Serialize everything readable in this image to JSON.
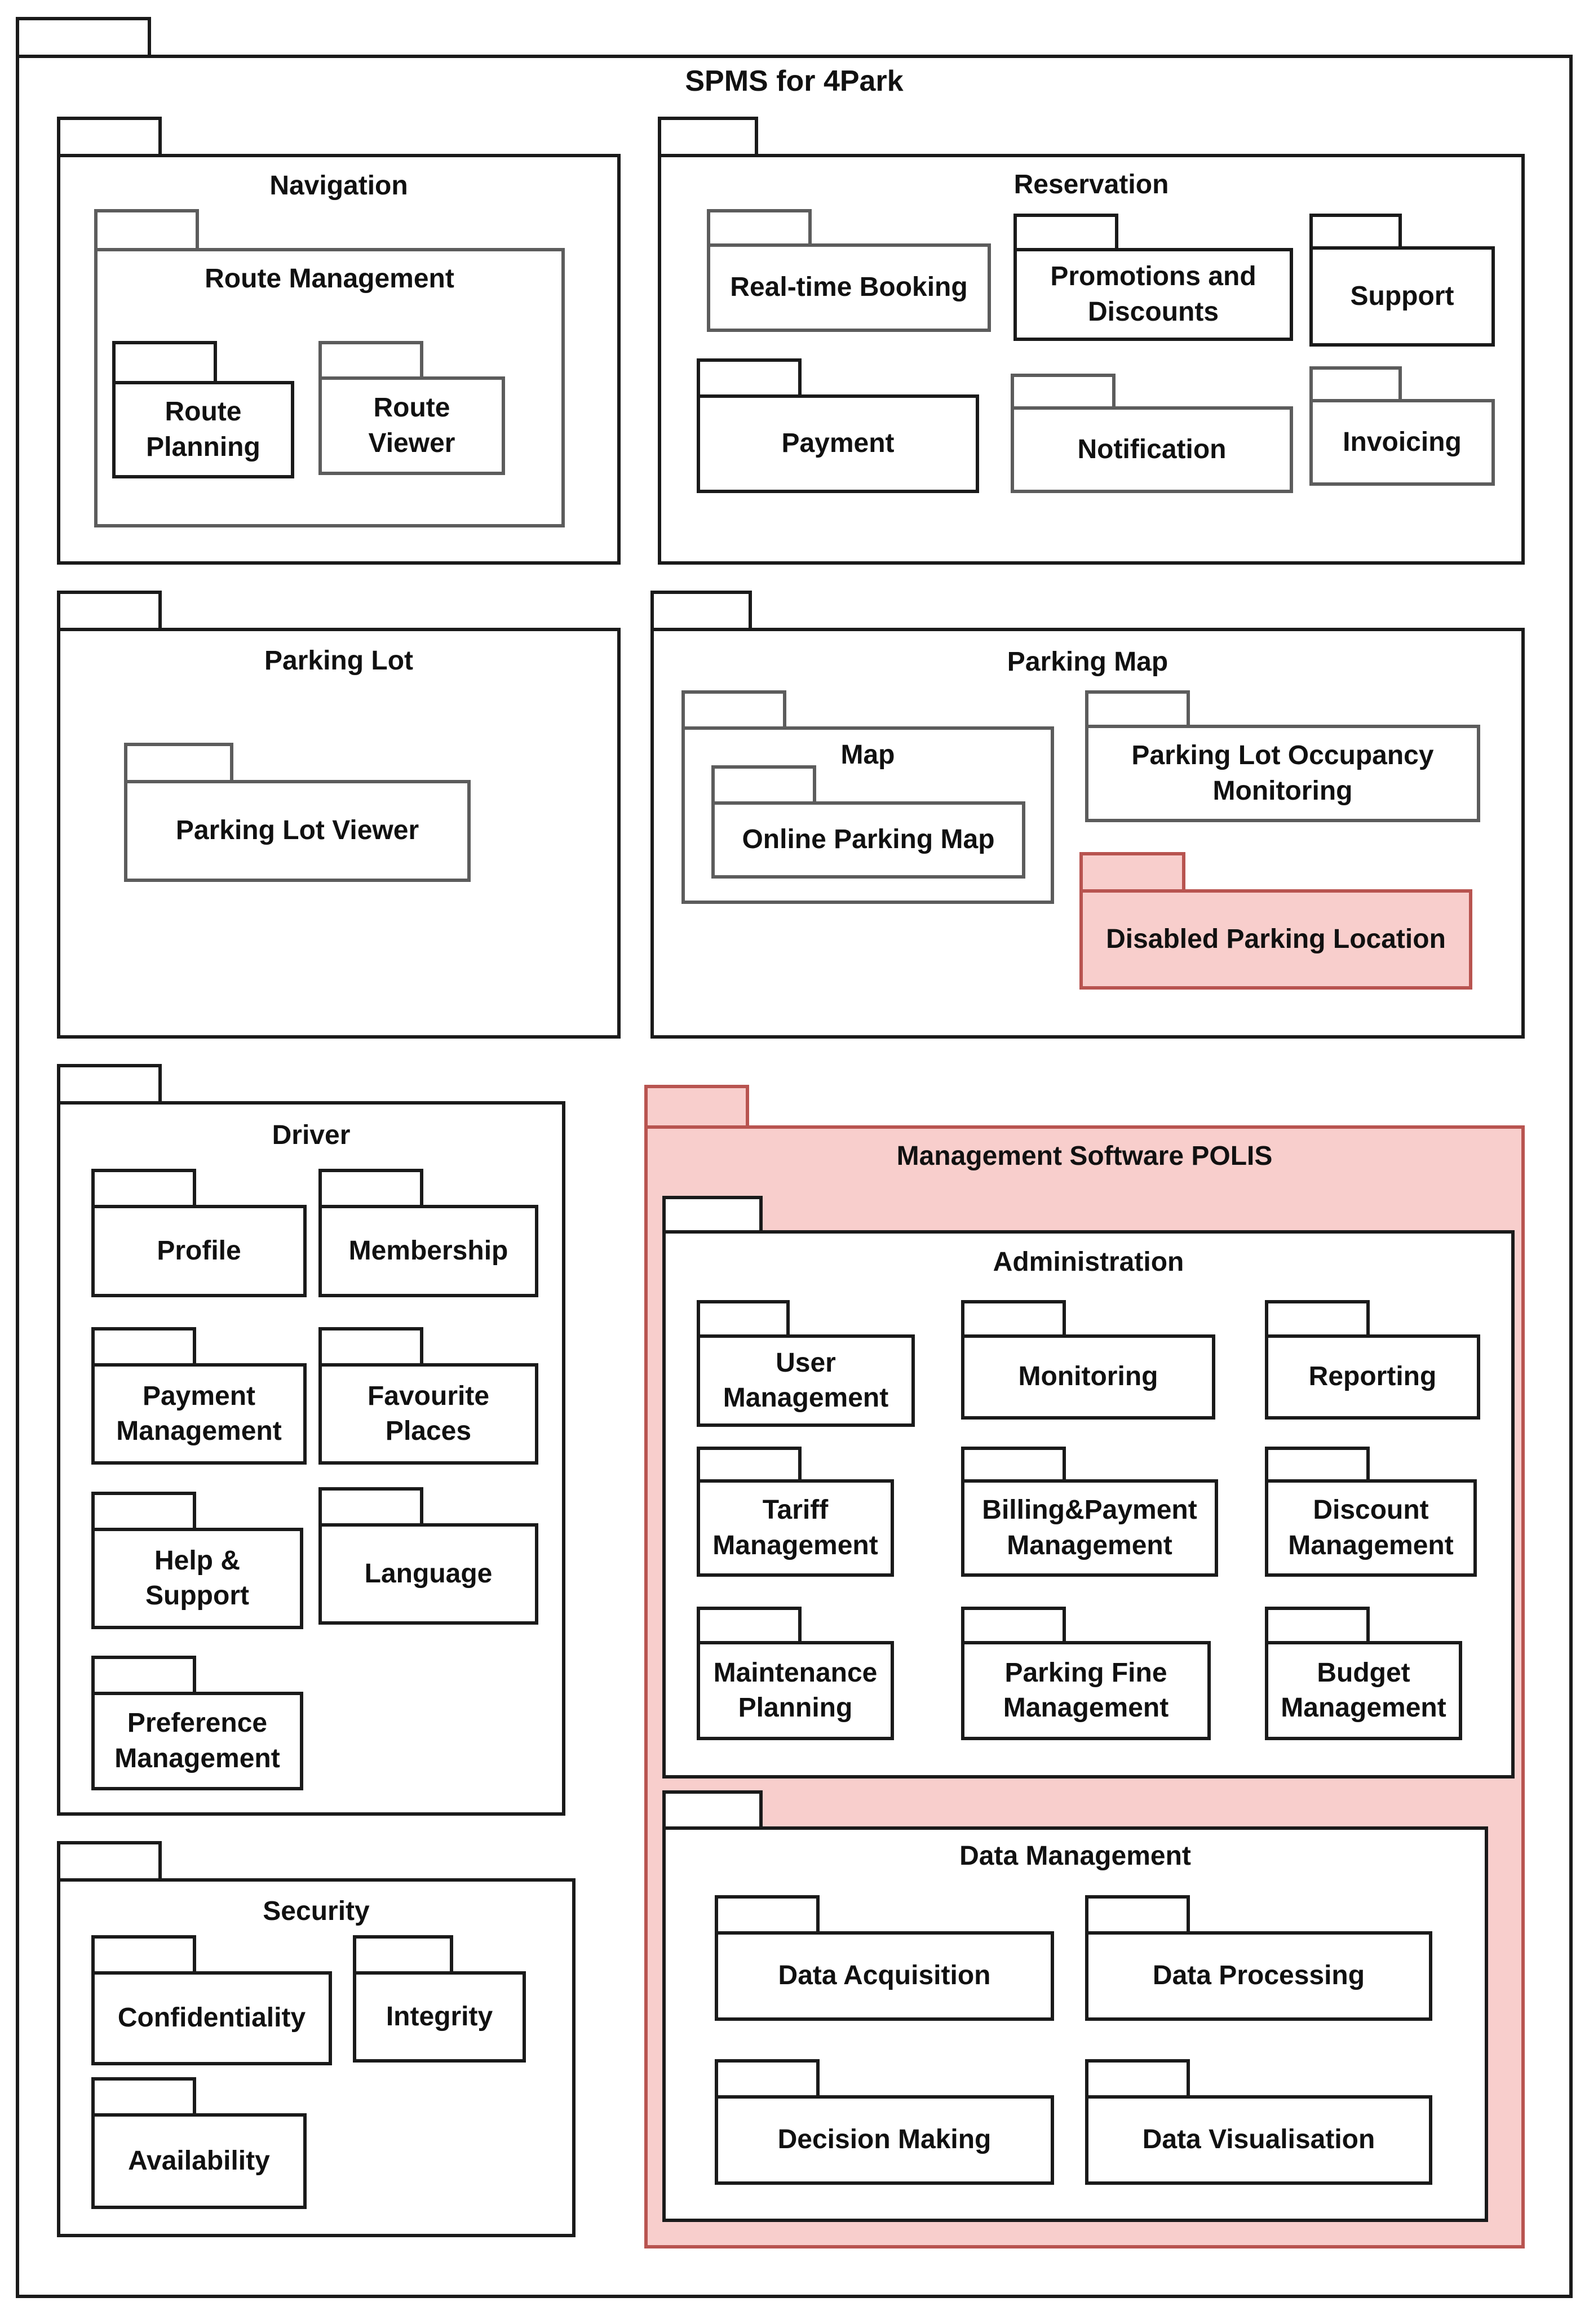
{
  "diagram": {
    "type": "uml-package-diagram",
    "root_package": "SPMS for 4Park",
    "highlighted_packages": [
      "Management Software POLIS",
      "Disabled Parking Location"
    ],
    "tree": [
      {
        "package": "Navigation",
        "children": [
          {
            "package": "Route Management",
            "children": [
              "Route Planning",
              "Route Viewer"
            ]
          }
        ]
      },
      {
        "package": "Reservation",
        "children": [
          "Real-time Booking",
          "Promotions and Discounts",
          "Support",
          "Payment",
          "Notification",
          "Invoicing"
        ]
      },
      {
        "package": "Parking Lot",
        "children": [
          "Parking Lot Viewer"
        ]
      },
      {
        "package": "Parking Map",
        "children": [
          {
            "package": "Map",
            "children": [
              "Online Parking Map"
            ]
          },
          "Parking Lot Occupancy Monitoring",
          "Disabled Parking Location"
        ]
      },
      {
        "package": "Driver",
        "children": [
          "Profile",
          "Membership",
          "Payment Management",
          "Favourite Places",
          "Help & Support",
          "Language",
          "Preference Management"
        ]
      },
      {
        "package": "Management Software POLIS",
        "children": [
          {
            "package": "Administration",
            "children": [
              "User Management",
              "Monitoring",
              "Reporting",
              "Tariff Management",
              "Billing&Payment Management",
              "Discount Management",
              "Maintenance Planning",
              "Parking Fine Management",
              "Budget Management"
            ]
          },
          {
            "package": "Data Management",
            "children": [
              "Data Acquisition",
              "Data Processing",
              "Decision Making",
              "Data Visualisation"
            ]
          }
        ]
      },
      {
        "package": "Security",
        "children": [
          "Confidentiality",
          "Integrity",
          "Availability"
        ]
      }
    ]
  },
  "labels": {
    "title": "SPMS for 4Park",
    "navigation": "Navigation",
    "route_management": "Route Management",
    "route_planning": "Route Planning",
    "route_viewer": "Route Viewer",
    "reservation": "Reservation",
    "realtime_booking": "Real-time Booking",
    "promotions": "Promotions and Discounts",
    "support": "Support",
    "payment": "Payment",
    "notification": "Notification",
    "invoicing": "Invoicing",
    "parking_lot": "Parking Lot",
    "parking_lot_viewer": "Parking Lot Viewer",
    "parking_map": "Parking Map",
    "map": "Map",
    "online_parking_map": "Online Parking Map",
    "occupancy_monitoring": "Parking Lot Occupancy Monitoring",
    "disabled_parking": "Disabled Parking Location",
    "driver": "Driver",
    "profile": "Profile",
    "membership": "Membership",
    "payment_management": "Payment Management",
    "favourite_places": "Favourite Places",
    "help_support": "Help & Support",
    "language": "Language",
    "preference_management": "Preference Management",
    "polis": "Management Software POLIS",
    "administration": "Administration",
    "user_management": "User Management",
    "monitoring": "Monitoring",
    "reporting": "Reporting",
    "tariff_management": "Tariff Management",
    "billing_payment": "Billing&Payment Management",
    "discount_management": "Discount Management",
    "maintenance_planning": "Maintenance Planning",
    "parking_fine": "Parking Fine Management",
    "budget_management": "Budget Management",
    "data_management": "Data Management",
    "data_acquisition": "Data Acquisition",
    "data_processing": "Data Processing",
    "decision_making": "Decision Making",
    "data_visualisation": "Data Visualisation",
    "security": "Security",
    "confidentiality": "Confidentiality",
    "integrity": "Integrity",
    "availability": "Availability"
  },
  "colors": {
    "background": "#ffffff",
    "default_stroke": "#1a1a1a",
    "gray_stroke": "#5c5c5c",
    "highlight_fill": "#f8cecc",
    "highlight_stroke": "#b85450",
    "text": "#111111"
  }
}
